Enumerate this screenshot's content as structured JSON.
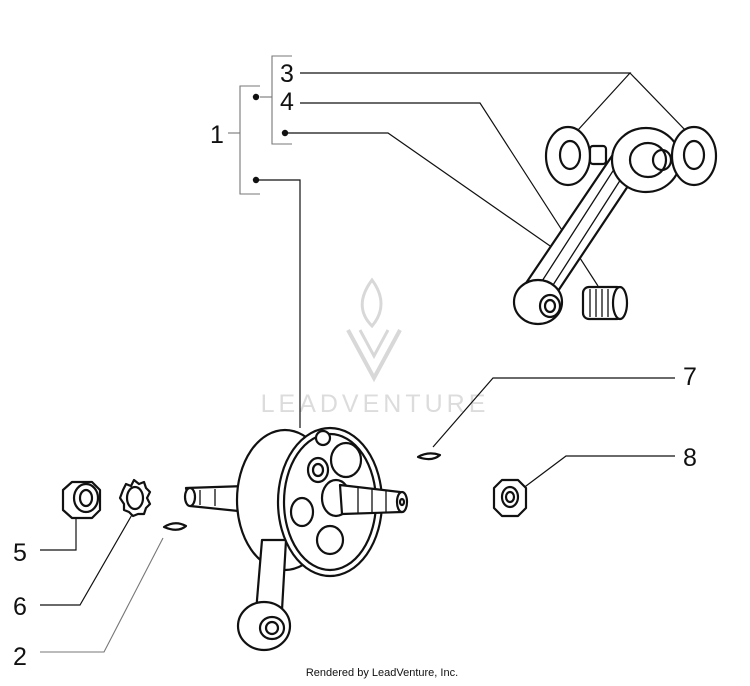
{
  "callouts": {
    "c1": "1",
    "c2": "2",
    "c3": "3",
    "c4": "4",
    "c5": "5",
    "c6": "6",
    "c7": "7",
    "c8": "8"
  },
  "watermark": {
    "text": "LEADVENTURE",
    "icon": "flame-v-logo-icon"
  },
  "footer": {
    "text": "Rendered by LeadVenture, Inc."
  },
  "colors": {
    "line": "#111111",
    "watermark": "#dcdcdc",
    "background": "#ffffff"
  }
}
